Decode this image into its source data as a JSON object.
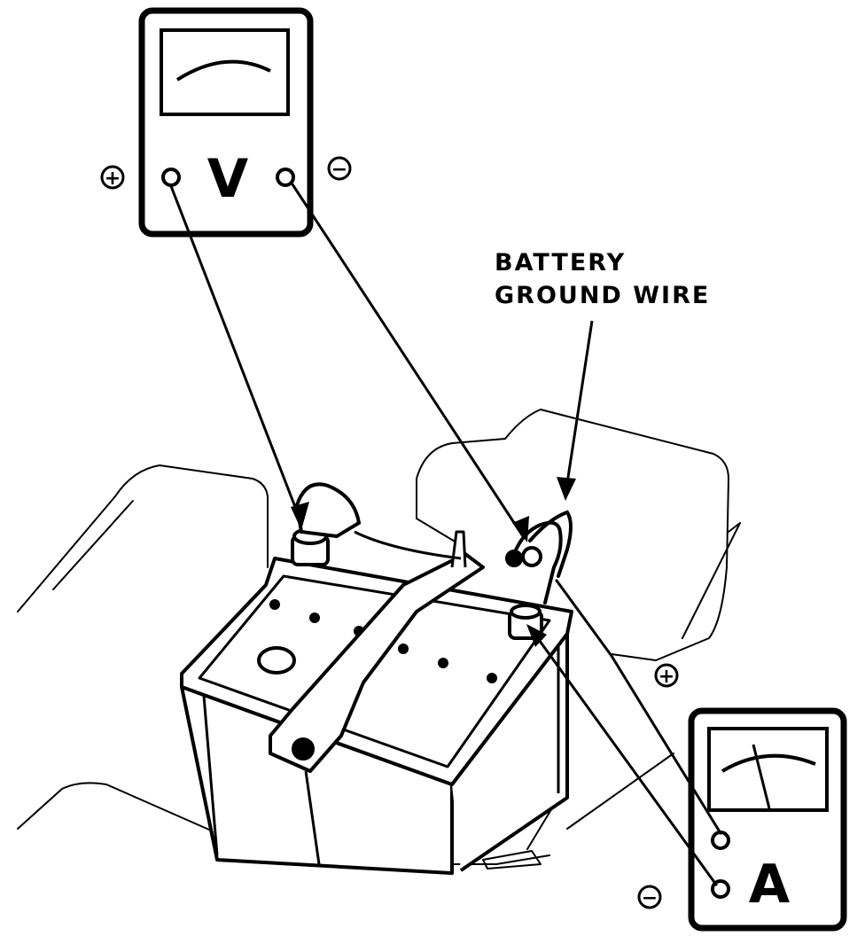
{
  "voltmeter": {
    "letter": "V",
    "positive_symbol": "+",
    "negative_symbol": "−"
  },
  "ammeter": {
    "letter": "A",
    "positive_symbol": "+",
    "negative_symbol": "−"
  },
  "callout": {
    "line1": "BATTERY",
    "line2": "GROUND WIRE"
  },
  "colors": {
    "ink": "#000000",
    "paper": "#ffffff"
  }
}
